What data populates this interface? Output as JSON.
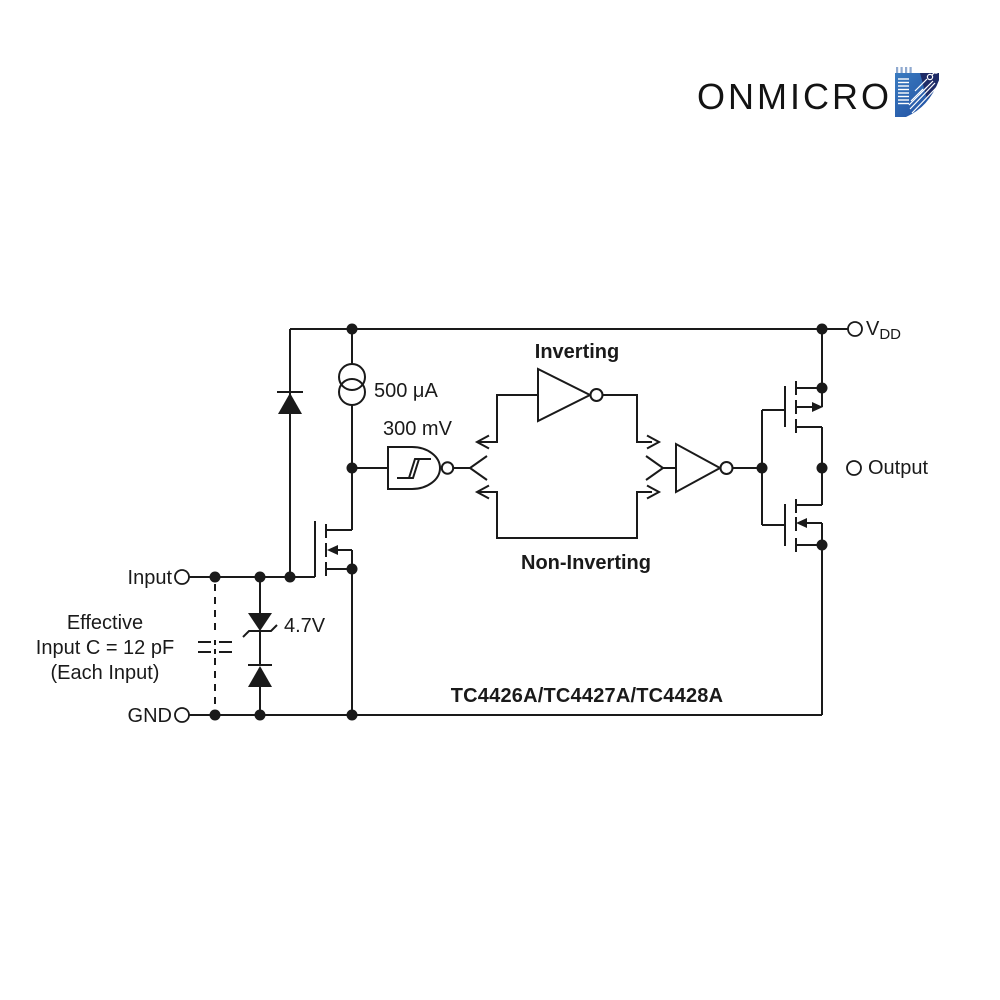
{
  "logo": {
    "brand": "ONMICRO"
  },
  "diagram": {
    "part_number": "TC4426A/TC4427A/TC4428A",
    "terminals": {
      "input": "Input",
      "ground": "GND",
      "supply_main": "V",
      "supply_sub": "DD",
      "output": "Output"
    },
    "labels": {
      "bias_current": "500 μA",
      "hysteresis_voltage": "300 mV",
      "zener_voltage": "4.7V",
      "inverting_path": "Inverting",
      "non_inverting_path": "Non-Inverting",
      "cap_note_line1": "Effective",
      "cap_note_line2": "Input C = 12 pF",
      "cap_note_line3": "(Each Input)"
    },
    "colors": {
      "line": "#1a1a1a",
      "logo_text": "#131313",
      "logo_blue": "#2f6cb0",
      "logo_blue_dark": "#1e4a9e",
      "logo_navy": "#1d2a66"
    }
  }
}
